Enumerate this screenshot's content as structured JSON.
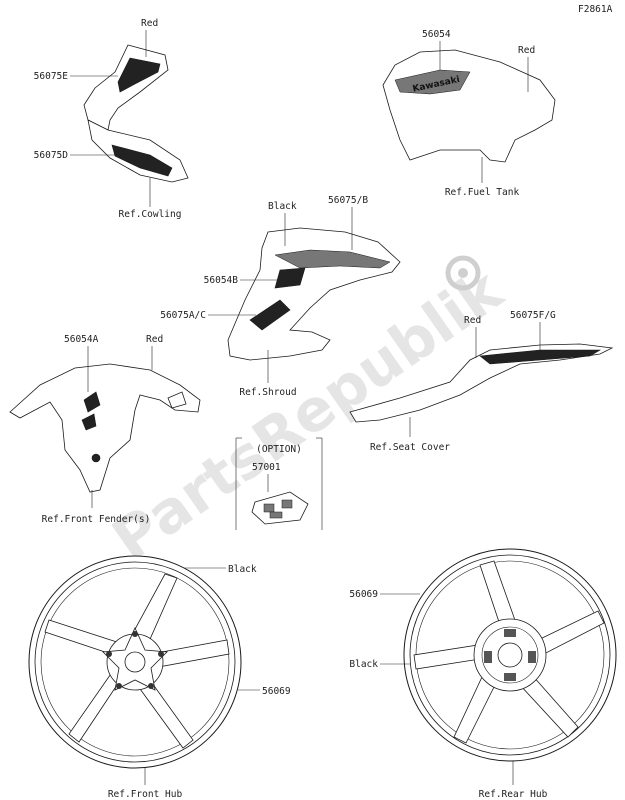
{
  "figure_code": "F2861A",
  "watermark": "PartsRepublik",
  "labels": {
    "cowl_top_color": "Red",
    "cowl_top_part": "56075E",
    "cowl_bottom_part": "56075D",
    "ref_cowling": "Ref.Cowling",
    "tank_part": "56054",
    "tank_color": "Red",
    "tank_brand": "Kawasaki",
    "ref_fuel_tank": "Ref.Fuel Tank",
    "shroud_color": "Black",
    "shroud_part_b": "56075/B",
    "shroud_part_54b": "56054B",
    "shroud_part_ac": "56075A/C",
    "ref_shroud": "Ref.Shroud",
    "seat_part": "56075F/G",
    "seat_color": "Red",
    "ref_seat_cover": "Ref.Seat Cover",
    "fender_part": "56054A",
    "fender_color": "Red",
    "ref_front_fender": "Ref.Front Fender(s)",
    "option_label": "(OPTION)",
    "option_part": "57001",
    "front_wheel_color": "Black",
    "front_wheel_part": "56069",
    "ref_front_hub": "Ref.Front Hub",
    "rear_wheel_part": "56069",
    "rear_wheel_color": "Black",
    "ref_rear_hub": "Ref.Rear Hub"
  },
  "icons": {
    "gear": "gear-icon"
  }
}
